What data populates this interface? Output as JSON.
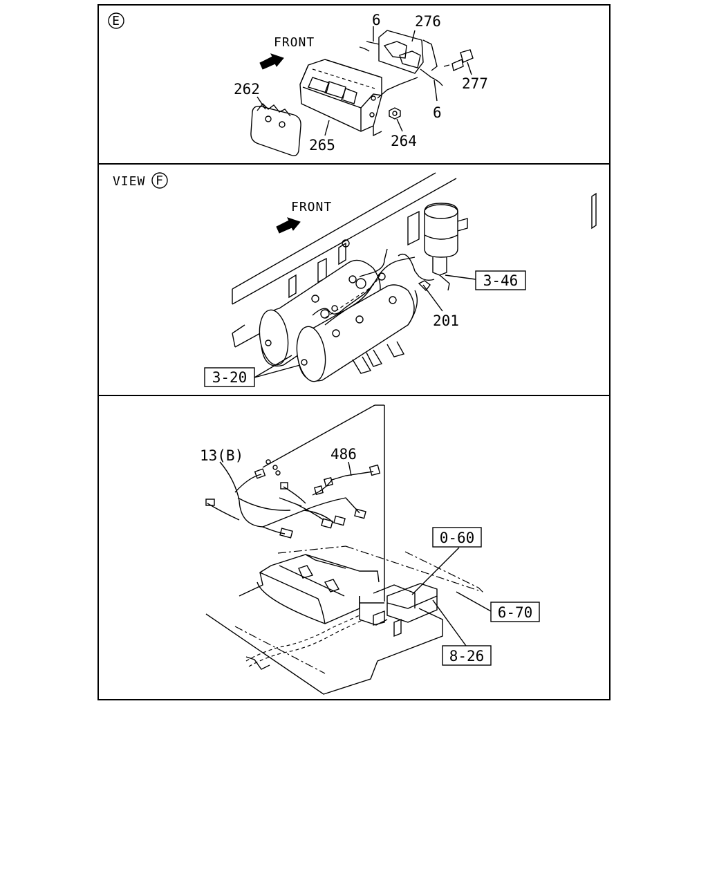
{
  "panel_e": {
    "marker": "E",
    "front_label": "FRONT",
    "parts": {
      "p262": "262",
      "p265": "265",
      "p264": "264",
      "p6a": "6",
      "p6b": "6",
      "p276": "276",
      "p277": "277"
    }
  },
  "panel_f": {
    "view_label": "VIEW",
    "marker": "F",
    "front_label": "FRONT",
    "parts": {
      "p201": "201"
    },
    "refs": {
      "r346": "3-46",
      "r320": "3-20"
    }
  },
  "panel_g": {
    "parts": {
      "p13b": "13(B)",
      "p486": "486"
    },
    "refs": {
      "r060": "0-60",
      "r670": "6-70",
      "r826": "8-26"
    }
  }
}
